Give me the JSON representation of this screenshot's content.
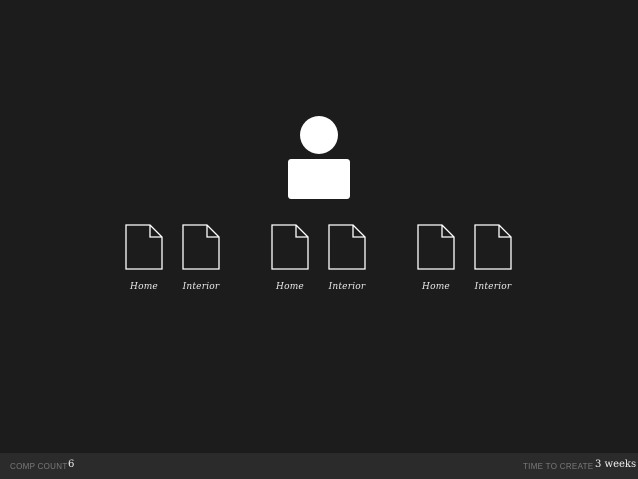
{
  "pages": [
    {
      "label": "Home"
    },
    {
      "label": "Interior"
    },
    {
      "label": "Home"
    },
    {
      "label": "Interior"
    },
    {
      "label": "Home"
    },
    {
      "label": "Interior"
    }
  ],
  "footer": {
    "comp_count_label": "COMP COUNT",
    "comp_count_value": "6",
    "time_label": "TIME TO CREATE",
    "time_value": "3 weeks"
  },
  "icons": {
    "user": "user-icon",
    "page": "document-icon"
  },
  "colors": {
    "background": "#1c1c1c",
    "footer": "#2b2b2b",
    "foreground": "#ffffff"
  }
}
